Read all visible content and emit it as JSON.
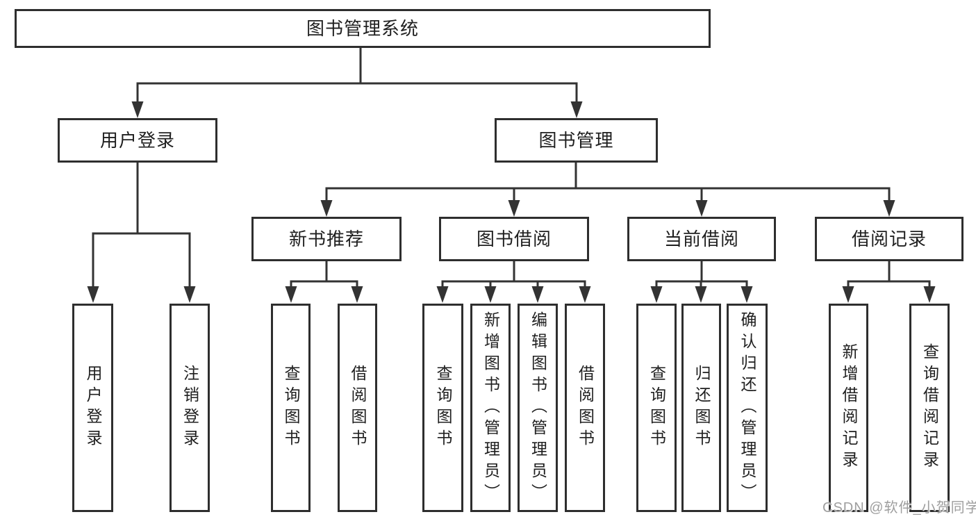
{
  "colors": {
    "line": "#333333",
    "box_border": "#2e2e2e",
    "text": "#1f1f1f",
    "background": "#ffffff",
    "watermark": "#9e9e9e"
  },
  "root": {
    "label": "图书管理系统"
  },
  "level2": {
    "user_login": {
      "label": "用户登录"
    },
    "book_management": {
      "label": "图书管理"
    }
  },
  "level3": {
    "new_book_recommend": {
      "label": "新书推荐"
    },
    "book_borrow": {
      "label": "图书借阅"
    },
    "current_borrow": {
      "label": "当前借阅"
    },
    "borrow_record": {
      "label": "借阅记录"
    }
  },
  "leaves": {
    "user_login": {
      "label": "用户登录"
    },
    "logout": {
      "label": "注销登录"
    },
    "query_book_recommend": {
      "label": "查询图书"
    },
    "borrow_book_recommend": {
      "label": "借阅图书"
    },
    "query_book_borrow": {
      "label": "查询图书"
    },
    "add_book_admin": {
      "label": "新增图书（管理员）"
    },
    "edit_book_admin": {
      "label": "编辑图书（管理员）"
    },
    "borrow_book": {
      "label": "借阅图书"
    },
    "query_book_current": {
      "label": "查询图书"
    },
    "return_book": {
      "label": "归还图书"
    },
    "confirm_return_admin": {
      "label": "确认归还（管理员）"
    },
    "add_borrow_record": {
      "label": "新增借阅记录"
    },
    "query_borrow_record": {
      "label": "查询借阅记录"
    }
  },
  "watermark": {
    "text": "CSDN @软件_小贺同学"
  }
}
